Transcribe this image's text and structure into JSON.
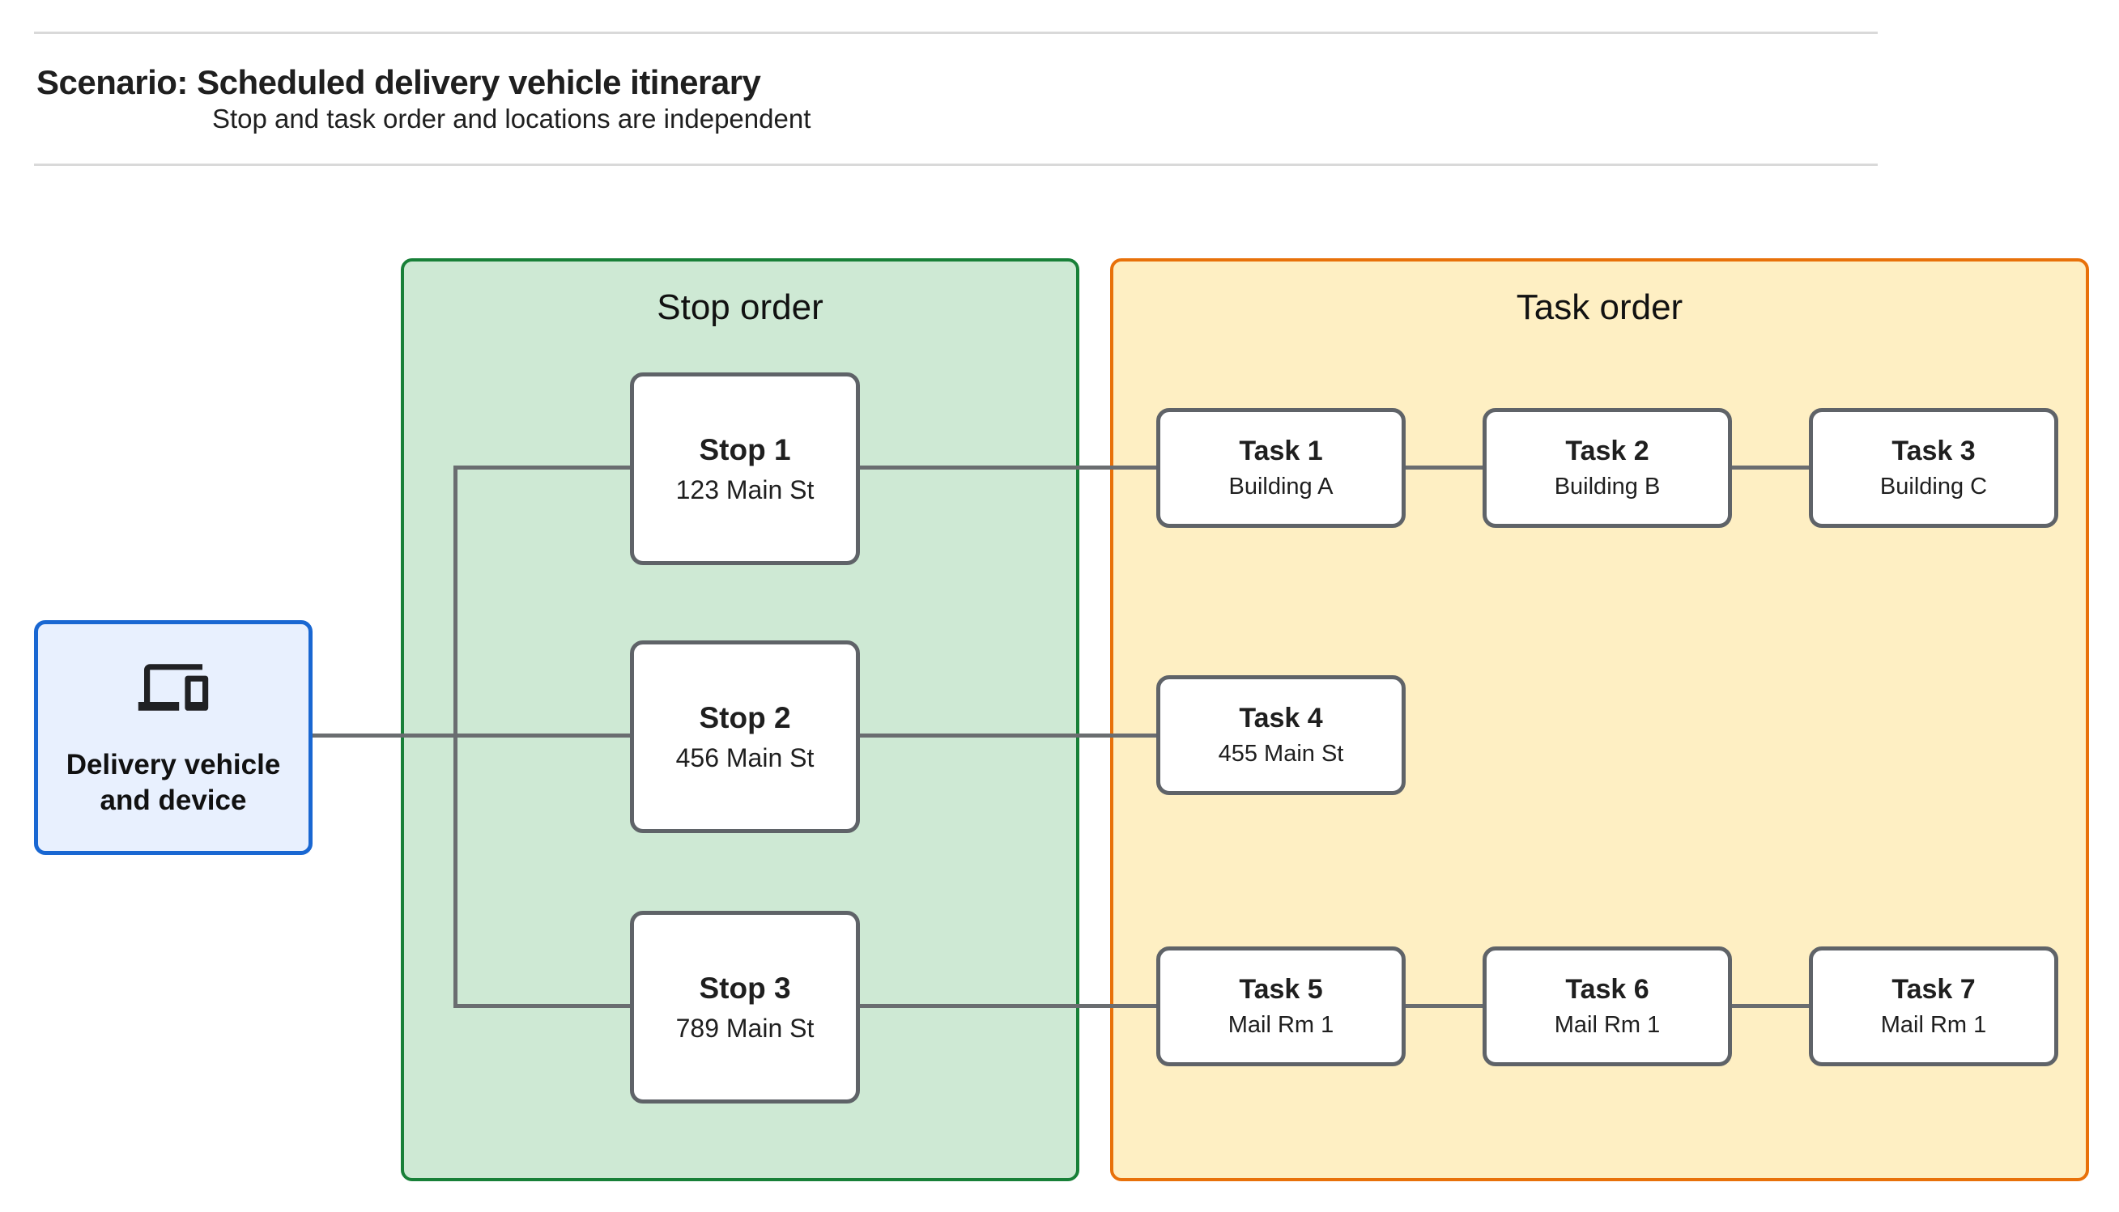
{
  "header": {
    "title": "Scenario: Scheduled delivery vehicle itinerary",
    "subtitle": "Stop and task order and locations are independent"
  },
  "delivery": {
    "icon": "devices-icon",
    "label_line1": "Delivery vehicle",
    "label_line2": "and device"
  },
  "panels": {
    "stops": {
      "title": "Stop order"
    },
    "tasks": {
      "title": "Task order"
    }
  },
  "stops": [
    {
      "title": "Stop 1",
      "subtitle": "123 Main St"
    },
    {
      "title": "Stop 2",
      "subtitle": "456 Main St"
    },
    {
      "title": "Stop 3",
      "subtitle": "789 Main St"
    }
  ],
  "tasks": [
    {
      "title": "Task 1",
      "subtitle": "Building A"
    },
    {
      "title": "Task 2",
      "subtitle": "Building B"
    },
    {
      "title": "Task 3",
      "subtitle": "Building C"
    },
    {
      "title": "Task 4",
      "subtitle": "455 Main St"
    },
    {
      "title": "Task 5",
      "subtitle": "Mail Rm 1"
    },
    {
      "title": "Task 6",
      "subtitle": "Mail Rm 1"
    },
    {
      "title": "Task 7",
      "subtitle": "Mail Rm 1"
    }
  ],
  "colors": {
    "green_fill": "#cee9d4",
    "green_border": "#188038",
    "yellow_fill": "#feefc3",
    "orange_border": "#e8710a",
    "blue_fill": "#e8f0fe",
    "blue_border": "#1967d2",
    "node_border": "#5f6368",
    "connector": "#6a6d70",
    "rule": "#d9d9d9"
  }
}
